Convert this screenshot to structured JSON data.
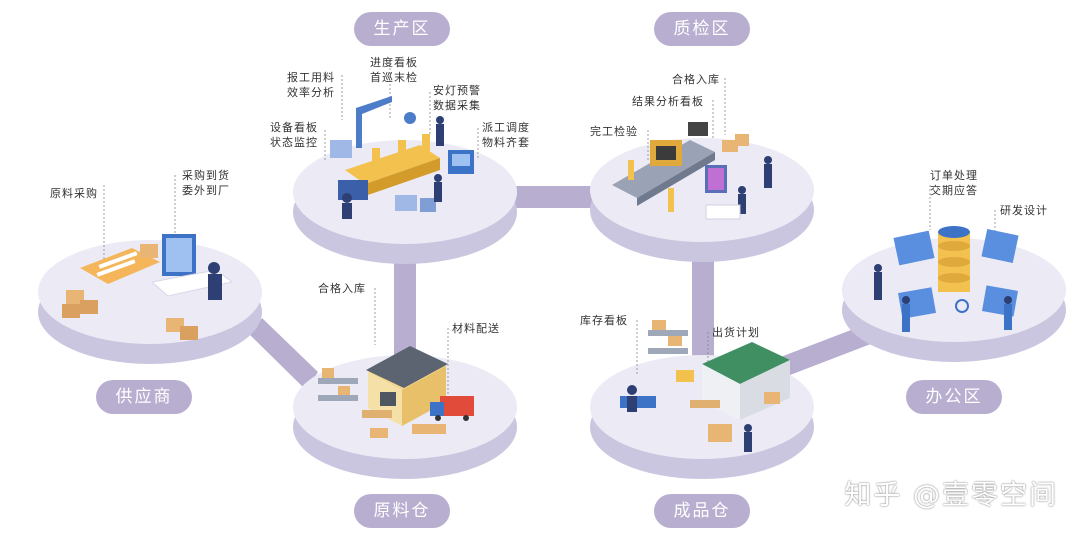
{
  "zones": {
    "production": "生产区",
    "qc": "质检区",
    "supplier": "供应商",
    "raw": "原料仓",
    "finished": "成品仓",
    "office": "办公区"
  },
  "labels": {
    "prod_baogong": [
      "报工用料",
      "效率分析"
    ],
    "prod_jindu": [
      "进度看板",
      "首巡末检"
    ],
    "prod_andeng": [
      "安灯预警",
      "数据采集"
    ],
    "prod_shebei": [
      "设备看板",
      "状态监控"
    ],
    "prod_paigong": [
      "派工调度",
      "物料齐套"
    ],
    "qc_ruku": "合格入库",
    "qc_jieguo": "结果分析看板",
    "qc_wangong": "完工检验",
    "sup_caigou": "原料采购",
    "sup_daohuo": [
      "采购到货",
      "委外到厂"
    ],
    "raw_ruku": "合格入库",
    "raw_peisong": "材料配送",
    "fin_kucun": "库存看板",
    "fin_chuhuo": "出货计划",
    "off_dingdan": [
      "订单处理",
      "交期应答"
    ],
    "off_yanfa": "研发设计"
  },
  "watermark": "知乎 @壹零空间",
  "colors": {
    "platform_top": "#ecebf5",
    "platform_side": "#cbc6e0",
    "connector": "#b8aed0",
    "pill": "#b8aed0",
    "accent_yellow": "#f2c14e",
    "accent_blue": "#3d73c7",
    "navy": "#2d3f73",
    "box": "#e8b574"
  }
}
